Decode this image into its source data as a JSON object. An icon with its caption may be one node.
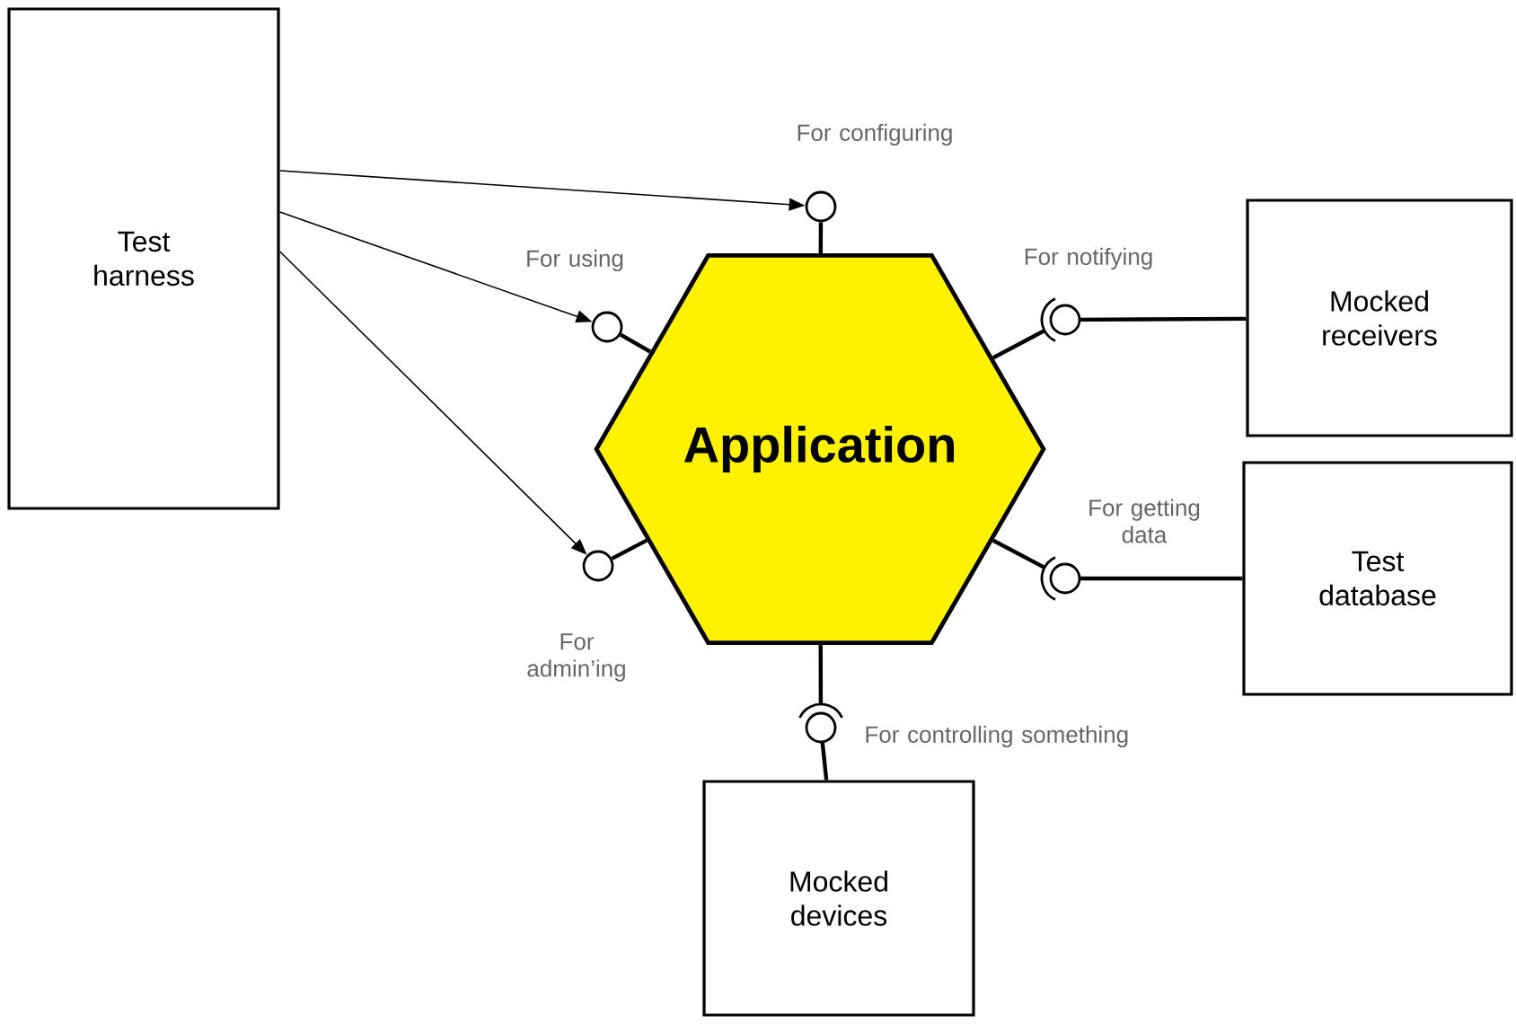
{
  "diagram": {
    "nodes": [
      {
        "text": [
          "Test harness"
        ]
      },
      {
        "text": [
          "Application"
        ]
      },
      {
        "text": [
          "Mocked receivers"
        ]
      },
      {
        "text": [
          "Test database"
        ]
      },
      {
        "text": [
          "Mocked devices"
        ]
      },
      {
        "text": [],
        "shape": "circle"
      },
      {
        "text": [],
        "shape": "circle"
      },
      {
        "text": [],
        "shape": "circle"
      },
      {
        "text": [],
        "shape": "circle"
      },
      {
        "text": [],
        "shape": "circle"
      },
      {
        "text": [],
        "shape": "circle"
      }
    ],
    "edges": [
      {
        "from": 0,
        "to": 5,
        "arrow": "to"
      },
      {
        "from": 0,
        "to": 6,
        "arrow": "to"
      },
      {
        "from": 0,
        "to": 7,
        "arrow": "to"
      },
      {
        "from": 1,
        "to": 5,
        "arrow": "none"
      },
      {
        "from": 1,
        "to": 6,
        "arrow": "none"
      },
      {
        "from": 1,
        "to": 7,
        "arrow": "none"
      },
      {
        "from": 1,
        "to": 8,
        "arrow": "none"
      },
      {
        "from": 1,
        "to": 9,
        "arrow": "none"
      },
      {
        "from": 1,
        "to": 10,
        "arrow": "none"
      },
      {
        "from": 2,
        "to": 8,
        "arrow": "none"
      },
      {
        "from": 3,
        "to": 9,
        "arrow": "none"
      },
      {
        "from": 4,
        "to": 10,
        "arrow": "none"
      }
    ],
    "labels": [
      "For configuring",
      "For using",
      "For notifying",
      "For getting data",
      "For admin’ing",
      "For controlling something"
    ]
  }
}
